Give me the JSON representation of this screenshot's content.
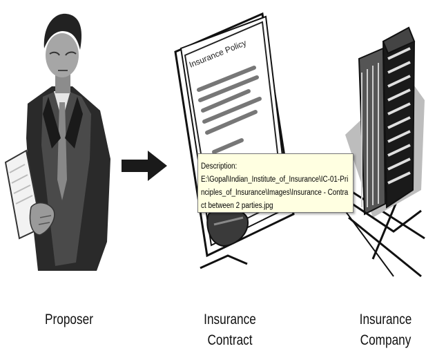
{
  "diagram": {
    "nodes": [
      {
        "id": "proposer",
        "label": "Proposer",
        "icon": "businessman-holding-paper-icon"
      },
      {
        "id": "contract",
        "label": "Insurance\nContract",
        "icon": "insurance-policy-document-icon",
        "document_heading": "Insurance Policy"
      },
      {
        "id": "company",
        "label": "Insurance\nCompany",
        "icon": "office-building-icon"
      }
    ],
    "edges": [
      {
        "from": "proposer",
        "to": "contract",
        "style": "bold-arrow"
      }
    ]
  },
  "tooltip": {
    "title": "Description:",
    "text": "E:\\Gopal\\Indian_Institute_of_Insurance\\IC-01-Principles_of_Insurance\\Images\\Insurance - Contract between 2 parties.jpg"
  },
  "colors": {
    "tooltip_background": "#ffffe1",
    "art_dark": "#1a1a1a",
    "art_mid": "#5a5a5a",
    "art_light": "#bdbdbd"
  }
}
